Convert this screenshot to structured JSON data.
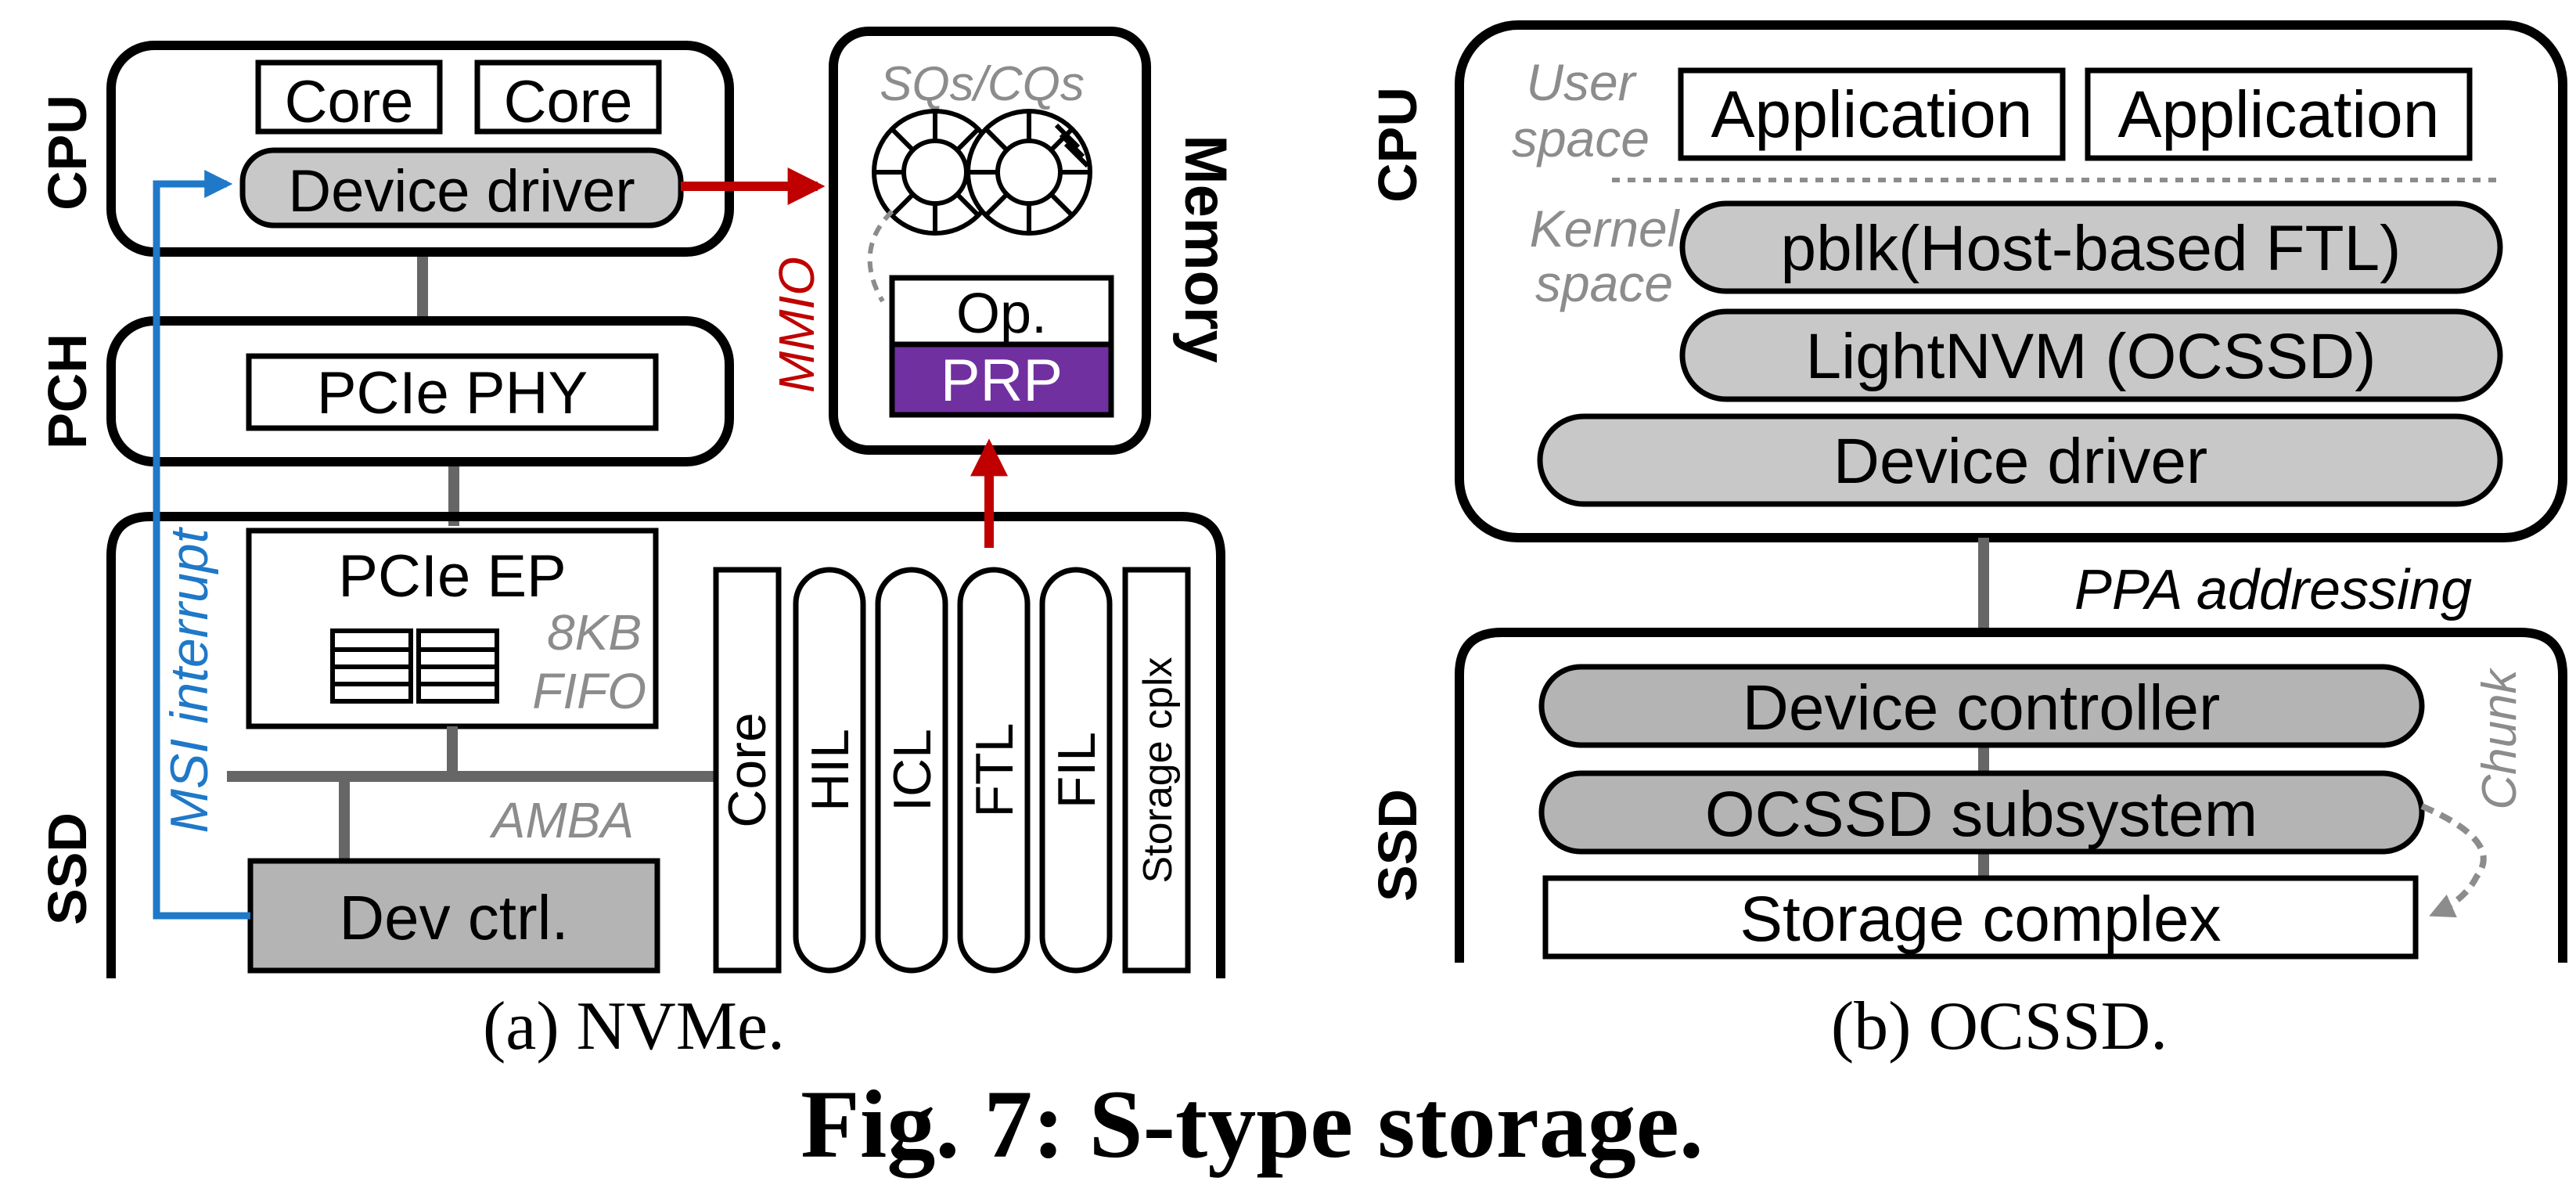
{
  "panel_a": {
    "cpu_label": "CPU",
    "pch_label": "PCH",
    "ssd_label": "SSD",
    "memory_label": "Memory",
    "core1": "Core",
    "core2": "Core",
    "device_driver": "Device driver",
    "pcie_phy": "PCIe PHY",
    "pcie_ep": "PCIe EP",
    "fifo_size": "8KB",
    "fifo_label": "FIFO",
    "amba": "AMBA",
    "dev_ctrl": "Dev ctrl.",
    "msi_interrupt": "MSI interrupt",
    "mmio": "MMIO",
    "sqs_cqs": "SQs/CQs",
    "op": "Op.",
    "prp": "PRP",
    "firmware": [
      "Core",
      "HIL",
      "ICL",
      "FTL",
      "FIL",
      "Storage cplx"
    ],
    "caption": "(a) NVMe."
  },
  "panel_b": {
    "cpu_label": "CPU",
    "ssd_label": "SSD",
    "user_space_1": "User",
    "user_space_2": "space",
    "kernel_space_1": "Kernel",
    "kernel_space_2": "space",
    "app1": "Application",
    "app2": "Application",
    "pblk": "pblk(Host-based FTL)",
    "lightnvm": "LightNVM (OCSSD)",
    "device_driver": "Device driver",
    "ppa_addressing": "PPA addressing",
    "device_controller": "Device controller",
    "ocssd_subsystem": "OCSSD subsystem",
    "storage_complex": "Storage complex",
    "chunk": "Chunk",
    "caption": "(b) OCSSD."
  },
  "figure_caption": "Fig. 7: S-type storage.",
  "colors": {
    "gray_fill": "#c8c8c8",
    "dark_gray_fill": "#b4b4b4",
    "connector": "#666666",
    "gray_text": "#8c8c8c",
    "blue_arrow": "#1f78c8",
    "red_arrow": "#c00000",
    "prp_fill": "#7030a0"
  }
}
